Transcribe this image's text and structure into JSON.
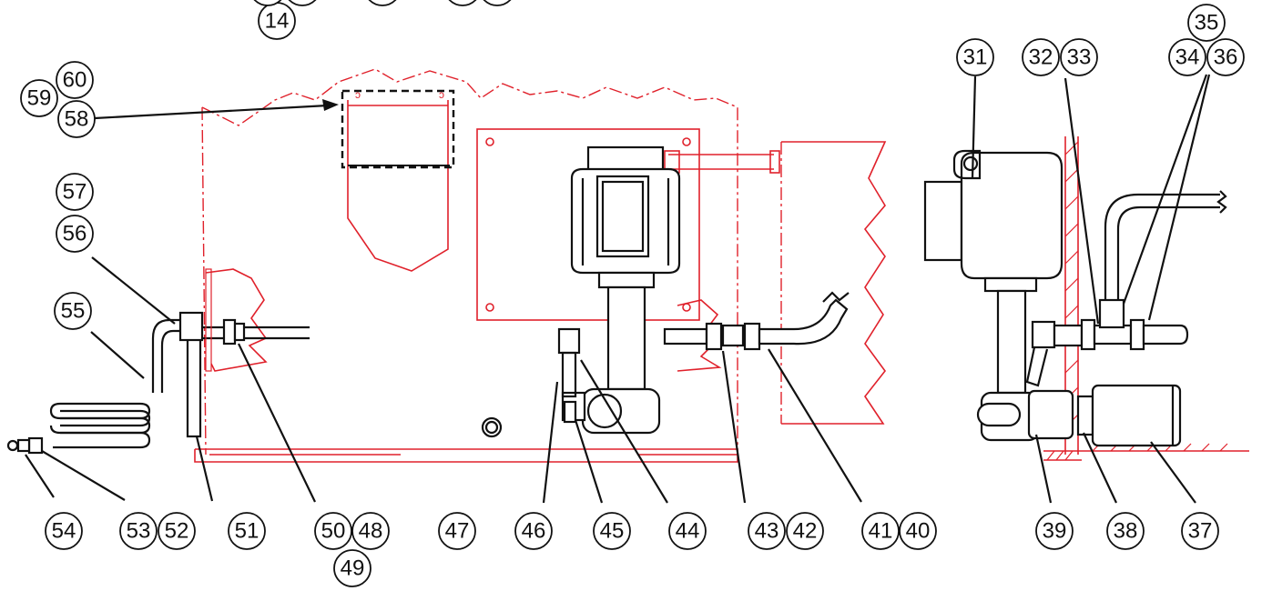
{
  "colors": {
    "outline_red": "#e0212b",
    "component_black": "#111111",
    "background": "#ffffff"
  },
  "callouts": {
    "c14": "14",
    "c31": "31",
    "c32": "32",
    "c33": "33",
    "c34": "34",
    "c35": "35",
    "c36": "36",
    "c37": "37",
    "c38": "38",
    "c39": "39",
    "c40": "40",
    "c41": "41",
    "c42": "42",
    "c43": "43",
    "c44": "44",
    "c45": "45",
    "c46": "46",
    "c47": "47",
    "c48": "48",
    "c49": "49",
    "c50": "50",
    "c51": "51",
    "c52": "52",
    "c53": "53",
    "c54": "54",
    "c55": "55",
    "c56": "56",
    "c57": "57",
    "c58": "58",
    "c59": "59",
    "c60": "60"
  }
}
